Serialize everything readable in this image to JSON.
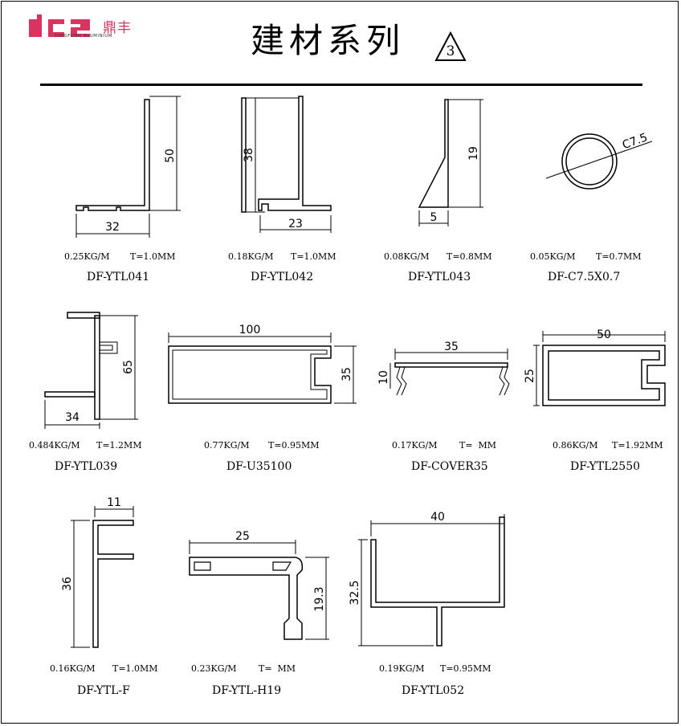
{
  "header": {
    "logo_chinese": "鼎丰",
    "logo_sub": "DINGFUNG ALUMINIUM",
    "title": "建材系列",
    "title_badge": "3"
  },
  "colors": {
    "brand": "#d8345f",
    "ink": "#000000"
  },
  "products": [
    {
      "weight": "0.25KG/M",
      "thickness": "T=1.0MM",
      "code": "DF-YTL041",
      "dims": [
        "50",
        "32"
      ]
    },
    {
      "weight": "0.18KG/M",
      "thickness": "T=1.0MM",
      "code": "DF-YTL042",
      "dims": [
        "38",
        "23"
      ]
    },
    {
      "weight": "0.08KG/M",
      "thickness": "T=0.8MM",
      "code": "DF-YTL043",
      "dims": [
        "19",
        "5"
      ]
    },
    {
      "weight": "0.05KG/M",
      "thickness": "T=0.7MM",
      "code": "DF-C7.5X0.7",
      "dims": [
        "C7.5"
      ]
    },
    {
      "weight": "0.484KG/M",
      "thickness": "T=1.2MM",
      "code": "DF-YTL039",
      "dims": [
        "65",
        "34"
      ]
    },
    {
      "weight": "0.77KG/M",
      "thickness": "T=0.95MM",
      "code": "DF-U35100",
      "dims": [
        "100",
        "35"
      ]
    },
    {
      "weight": "0.17KG/M",
      "thickness": "T=  MM",
      "code": "DF-COVER35",
      "dims": [
        "35",
        "10"
      ]
    },
    {
      "weight": "0.86KG/M",
      "thickness": "T=1.92MM",
      "code": "DF-YTL2550",
      "dims": [
        "50",
        "25"
      ]
    },
    {
      "weight": "0.16KG/M",
      "thickness": "T=1.0MM",
      "code": "DF-YTL-F",
      "dims": [
        "11",
        "36"
      ]
    },
    {
      "weight": "0.23KG/M",
      "thickness": "T=  MM",
      "code": "DF-YTL-H19",
      "dims": [
        "25",
        "19.3"
      ]
    },
    {
      "weight": "0.19KG/M",
      "thickness": "T=0.95MM",
      "code": "DF-YTL052",
      "dims": [
        "40",
        "32.5"
      ]
    }
  ]
}
